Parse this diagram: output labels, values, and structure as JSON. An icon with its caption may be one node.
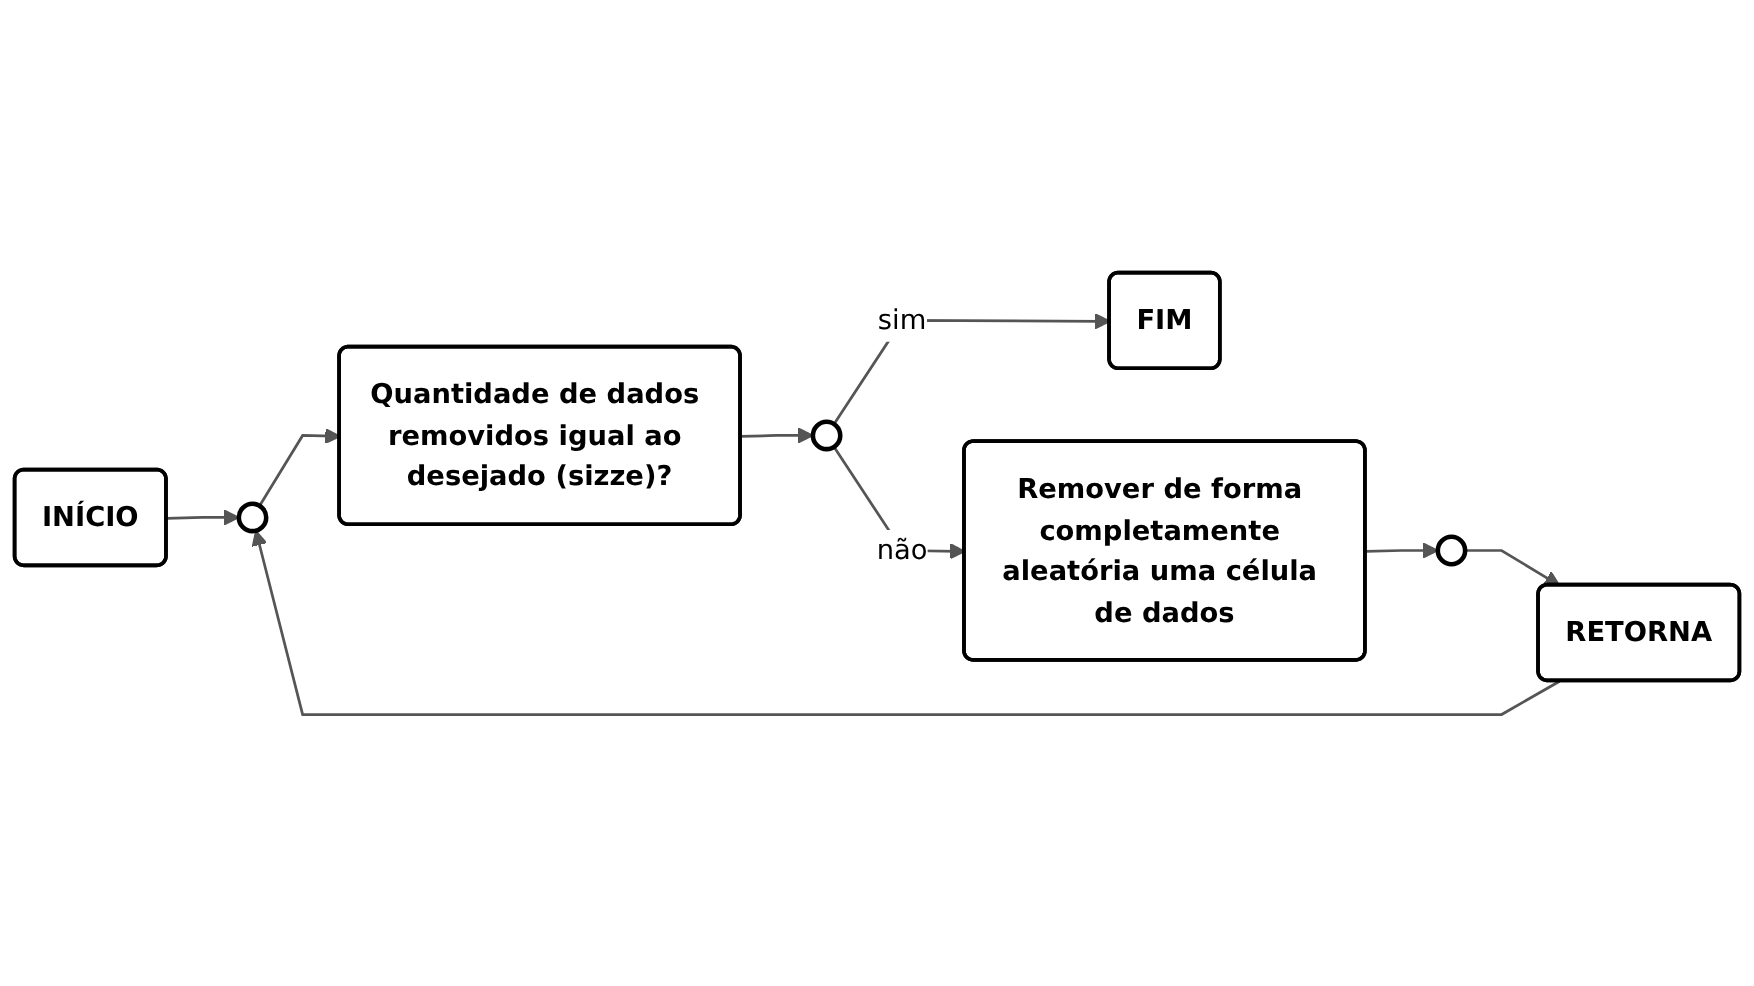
{
  "diagram": {
    "nodes": [
      {
        "text": [
          "INÍCIO"
        ]
      },
      {
        "text": [],
        "shape": "circle"
      },
      {
        "text": [
          "Quantidade de dados removidos igual ao desejado (sizze)?"
        ]
      },
      {
        "text": [],
        "shape": "circle"
      },
      {
        "text": [
          "FIM"
        ]
      },
      {
        "text": [
          "Remover de forma completamente aleatória uma célula de dados"
        ]
      },
      {
        "text": [],
        "shape": "circle"
      },
      {
        "text": [
          "RETORNA"
        ]
      }
    ],
    "edges": [
      {
        "from": 0,
        "to": 1,
        "arrow": "to"
      },
      {
        "from": 1,
        "to": 2,
        "arrow": "to"
      },
      {
        "from": 2,
        "to": 3,
        "arrow": "to"
      },
      {
        "from": 3,
        "to": 4,
        "arrow": "to",
        "label": "sim"
      },
      {
        "from": 3,
        "to": 5,
        "arrow": "to",
        "label": "não"
      },
      {
        "from": 5,
        "to": 6,
        "arrow": "to"
      },
      {
        "from": 6,
        "to": 7,
        "arrow": "to"
      },
      {
        "from": 7,
        "to": 1,
        "arrow": "to"
      }
    ]
  }
}
